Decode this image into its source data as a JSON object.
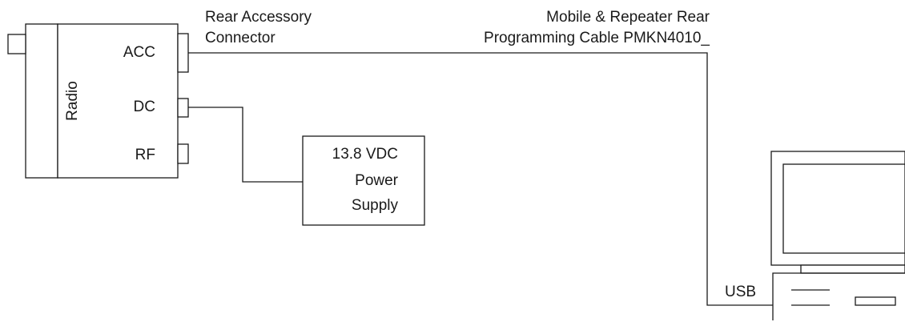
{
  "radio": {
    "label": "Radio",
    "ports": {
      "acc": "ACC",
      "dc": "DC",
      "rf": "RF"
    }
  },
  "labels": {
    "rear_accessory_connector_line1": "Rear Accessory",
    "rear_accessory_connector_line2": "Connector",
    "cable_line1": "Mobile & Repeater Rear",
    "cable_line2": "Programming Cable PMKN4010_",
    "usb": "USB"
  },
  "power_supply": {
    "line1": "13.8 VDC",
    "line2": "Power",
    "line3": "Supply"
  }
}
